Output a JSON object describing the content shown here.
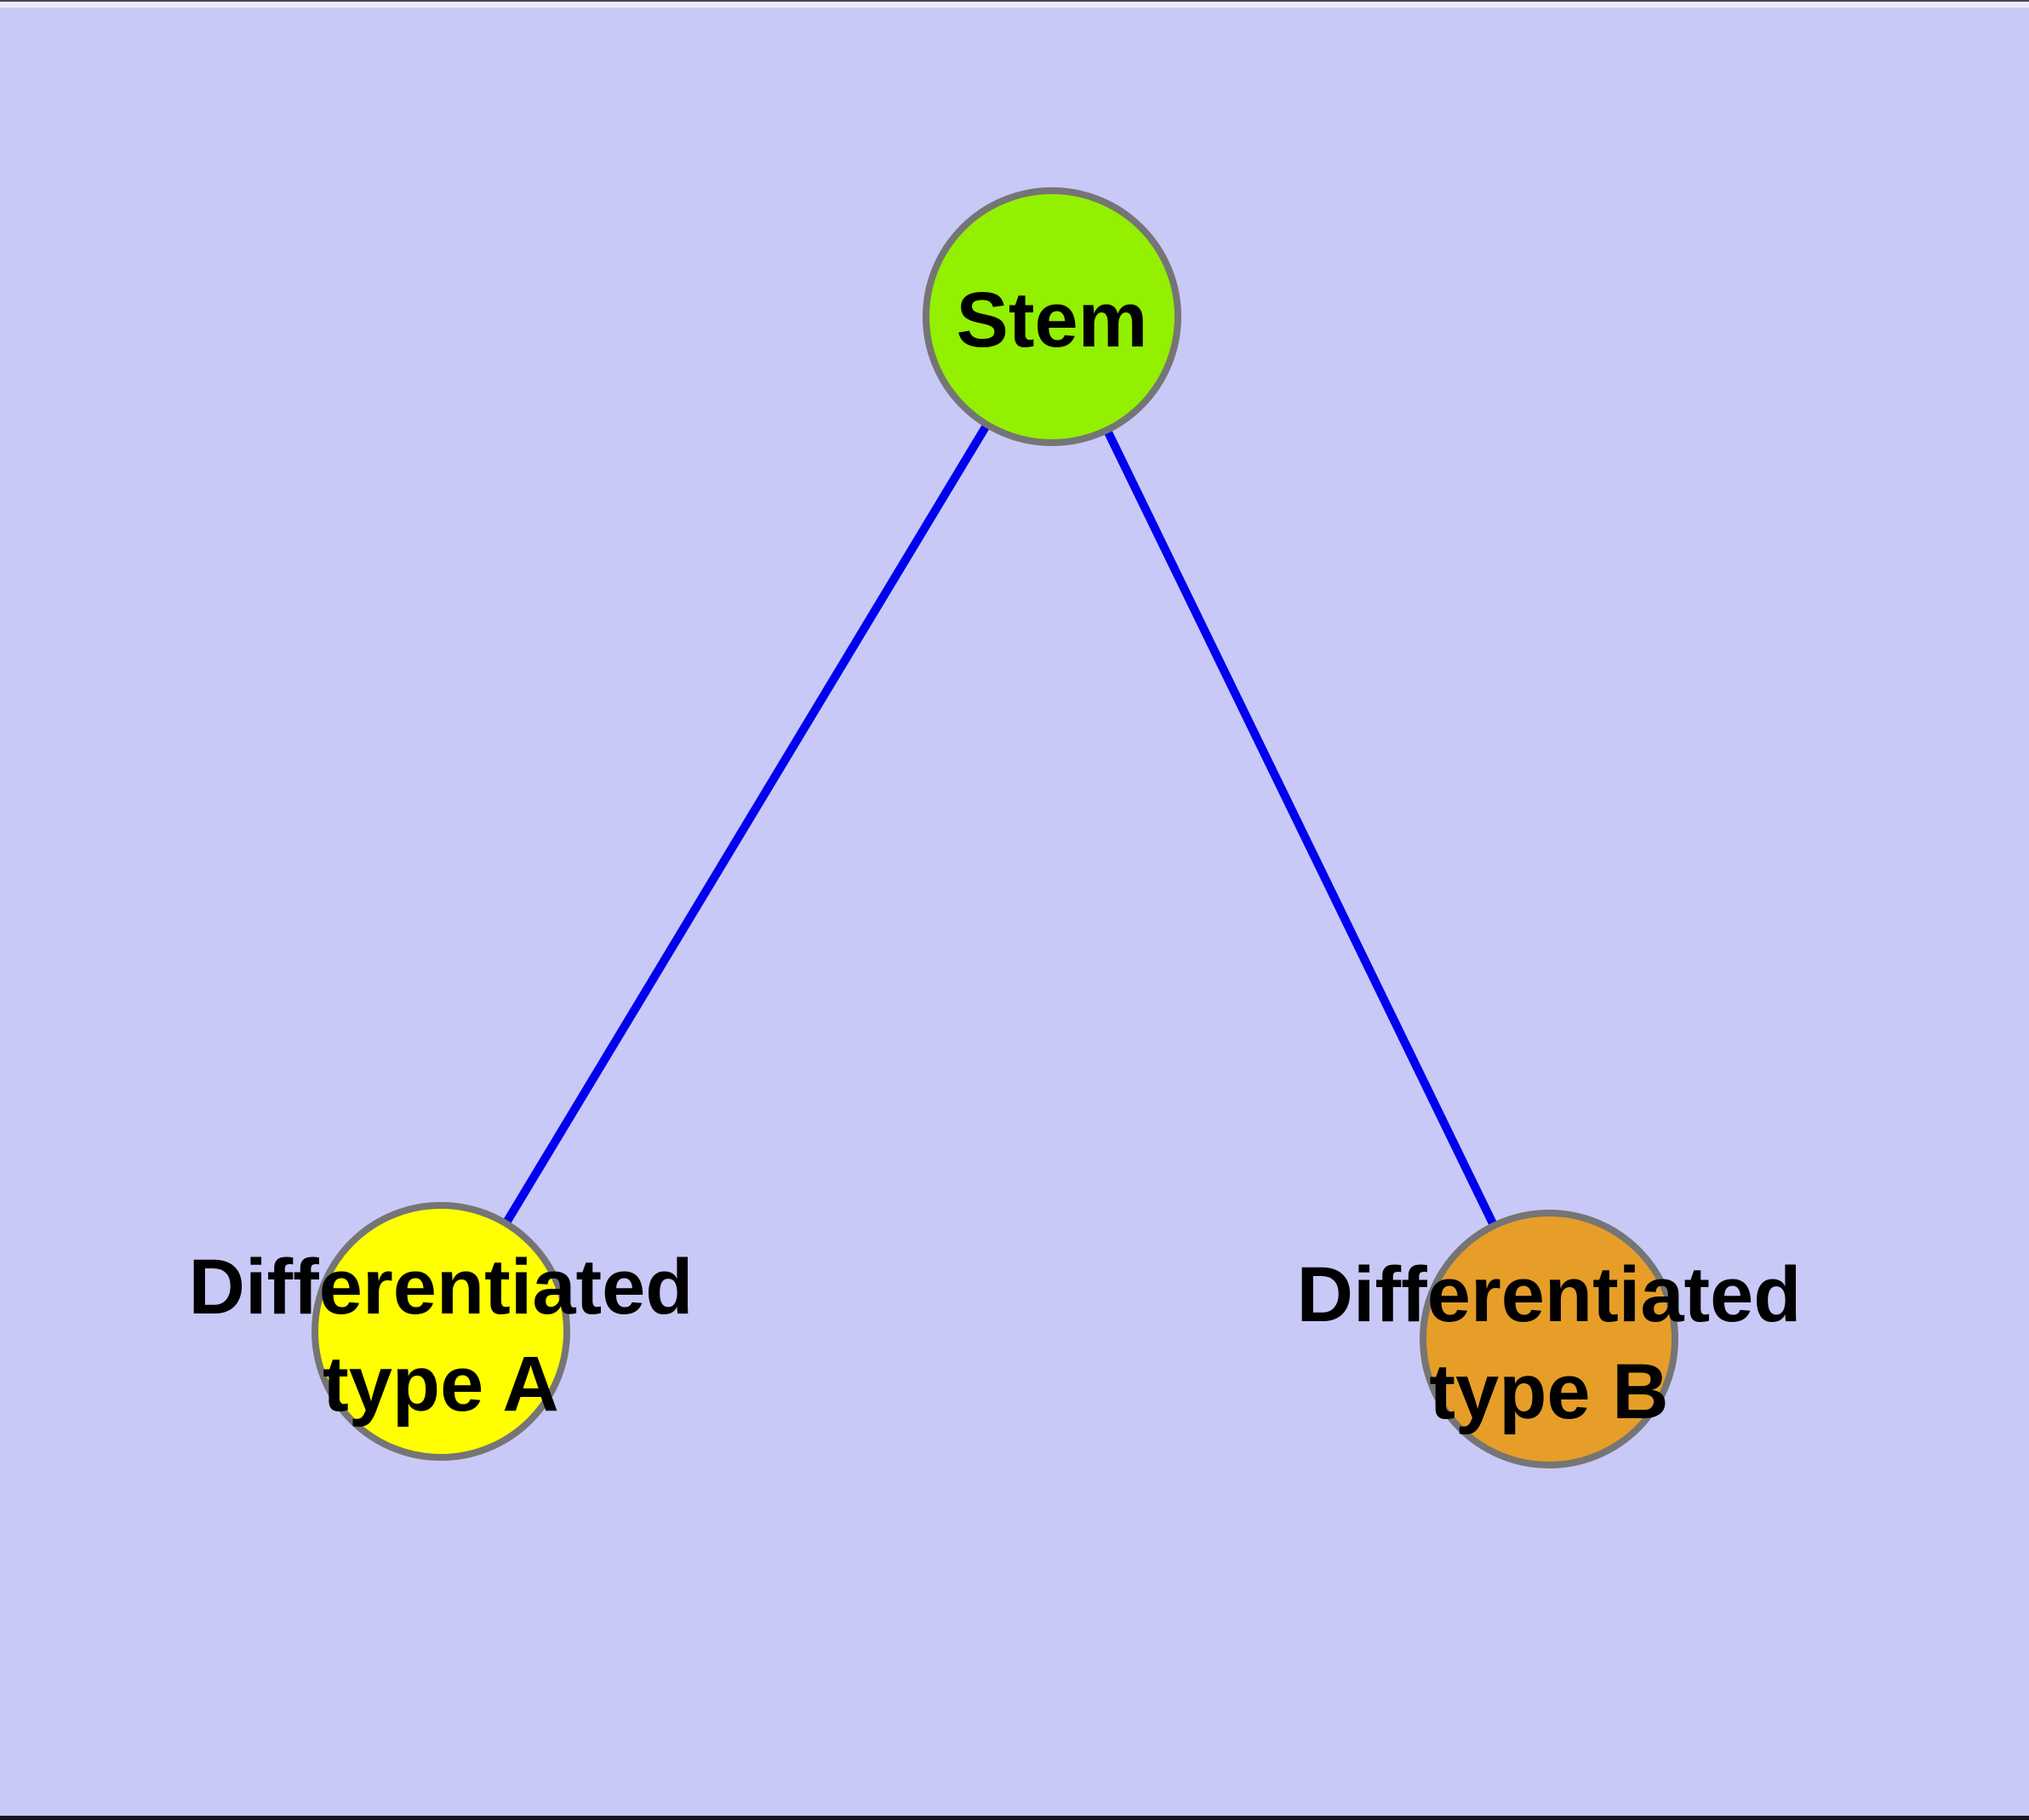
{
  "figure": {
    "type": "node-link-diagram",
    "background_color": "#c9c9f8",
    "edge_color": "#0000ee",
    "node_border_color": "#757575",
    "label_color": "#000000",
    "nodes": {
      "stem": {
        "label": "Stem",
        "fill_color": "#93f000"
      },
      "type_a": {
        "label_line1": "Differentiated",
        "label_line2": "type A",
        "fill_color": "#ffff00"
      },
      "type_b": {
        "label_line1": "Differentiated",
        "label_line2": "type B",
        "fill_color": "#e69e28"
      }
    },
    "edges": [
      {
        "from": "Stem",
        "to": "Differentiated type A"
      },
      {
        "from": "Stem",
        "to": "Differentiated type B"
      }
    ]
  }
}
